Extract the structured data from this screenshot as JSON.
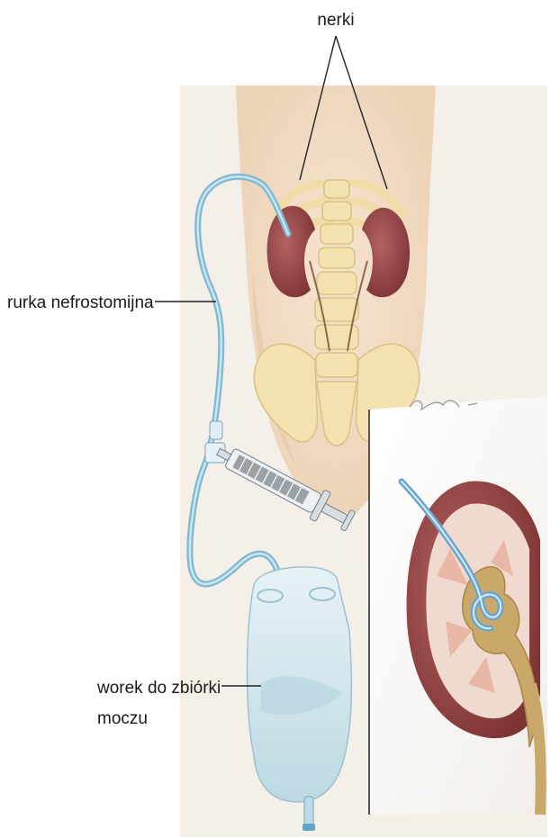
{
  "labels": {
    "kidneys": "nerki",
    "tube": "rurka nefrostomijna",
    "bag_line1": "worek do zbiórki",
    "bag_line2": "moczu"
  },
  "colors": {
    "skin": "#f2dcc4",
    "bone": "#f3e2b0",
    "kidney": "#9a4a4a",
    "tube": "#8fc7df",
    "urine_bag": "#d4e8ee",
    "leader_line": "#222222"
  }
}
